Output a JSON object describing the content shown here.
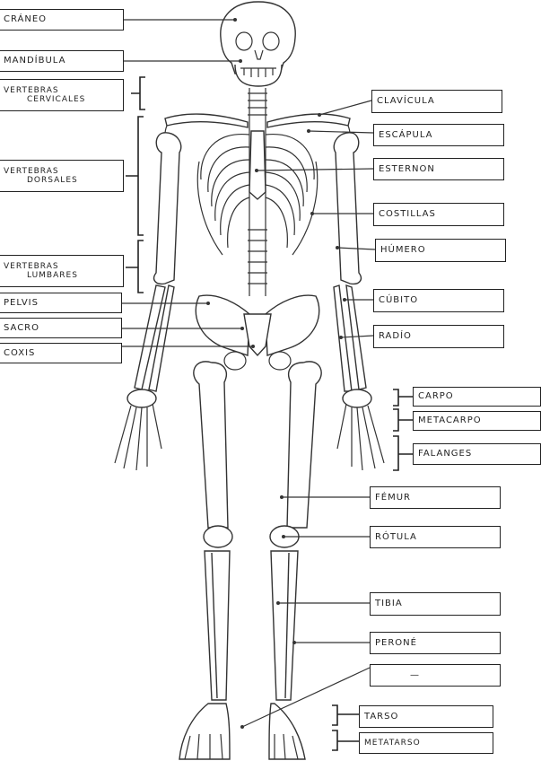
{
  "labels": {
    "craneo": "CRÁNEO",
    "mandibula": "MANDÍBULA",
    "cervicales_1": "VERTEBRAS",
    "cervicales_2": "CERVICALES",
    "dorsales_1": "VERTEBRAS",
    "dorsales_2": "DORSALES",
    "lumbares_1": "VERTEBRAS",
    "lumbares_2": "LUMBARES",
    "pelvis": "PELVIS",
    "sacro": "SACRO",
    "coxis": "COXIS",
    "clavicula": "CLAVÍCULA",
    "escapula": "ESCÁPULA",
    "esternon": "ESTERNON",
    "costillas": "COSTILLAS",
    "humero": "HÚMERO",
    "cubito": "CÚBITO",
    "radio": "RADÍO",
    "carpo": "CARPO",
    "metacarpo": "METACARPO",
    "falanges": "FALANGES",
    "femur": "FÉMUR",
    "rotula": "RÓTULA",
    "tibia": "TIBIA",
    "perone": "PERONÉ",
    "blank": "—",
    "tarso": "TARSO",
    "metatarso": "METATARSO"
  }
}
